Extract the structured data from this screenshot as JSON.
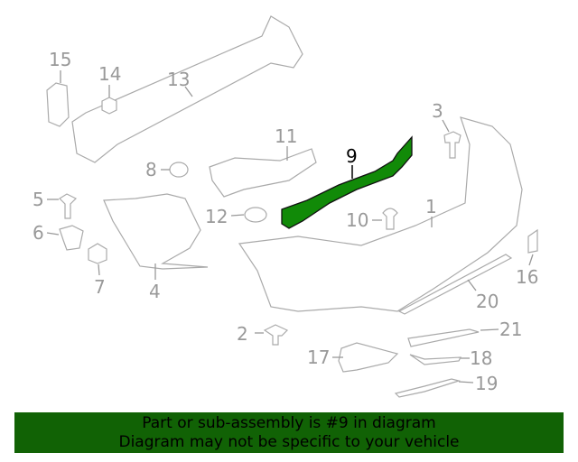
{
  "diagram": {
    "selected_part": "9",
    "labels": [
      "1",
      "2",
      "3",
      "4",
      "5",
      "6",
      "7",
      "8",
      "9",
      "10",
      "11",
      "12",
      "13",
      "14",
      "15",
      "16",
      "17",
      "18",
      "19",
      "20",
      "21"
    ]
  },
  "banner": {
    "line1": "Part or sub-assembly is #9 in diagram",
    "line2": "Diagram may not be specific to your vehicle"
  },
  "colors": {
    "highlight": "#118a08",
    "banner": "#116205"
  }
}
